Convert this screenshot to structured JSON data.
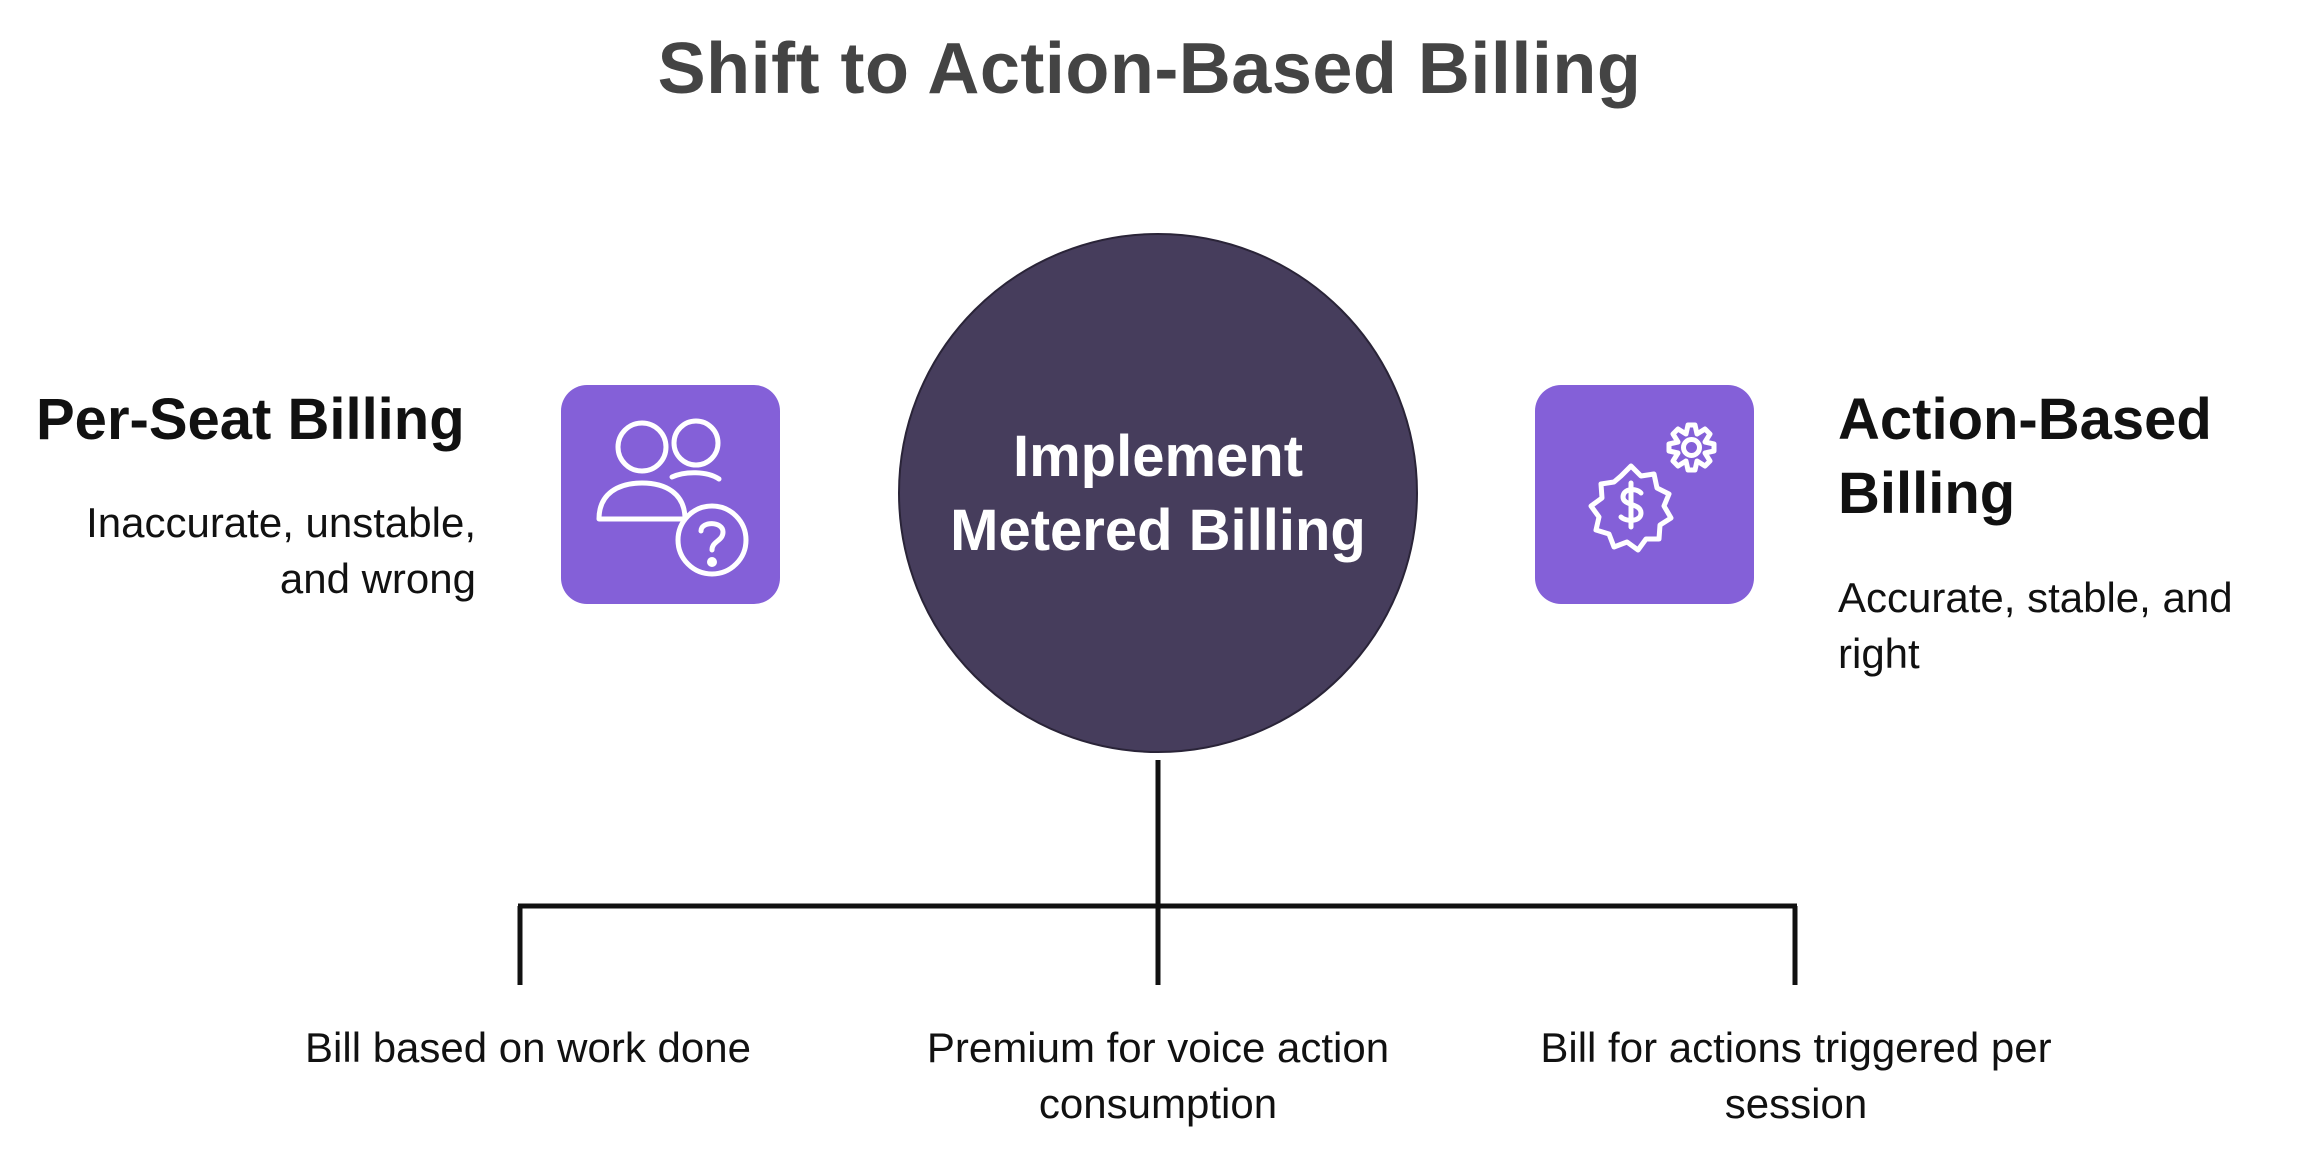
{
  "title": "Shift to Action-Based Billing",
  "left": {
    "heading": "Per-Seat Billing",
    "description": "Inaccurate, unstable, and wrong",
    "icon": "users-question-icon"
  },
  "center": {
    "label": "Implement Metered Billing"
  },
  "right": {
    "heading": "Action-Based Billing",
    "description": "Accurate, stable, and right",
    "icon": "gears-dollar-icon"
  },
  "branches": [
    {
      "label": "Bill based on work done"
    },
    {
      "label": "Premium for voice action consumption"
    },
    {
      "label": "Bill for actions triggered per session"
    }
  ],
  "colors": {
    "icon_tile": "#8460d8",
    "circle": "#463d5c",
    "title": "#444444",
    "text": "#111111"
  }
}
